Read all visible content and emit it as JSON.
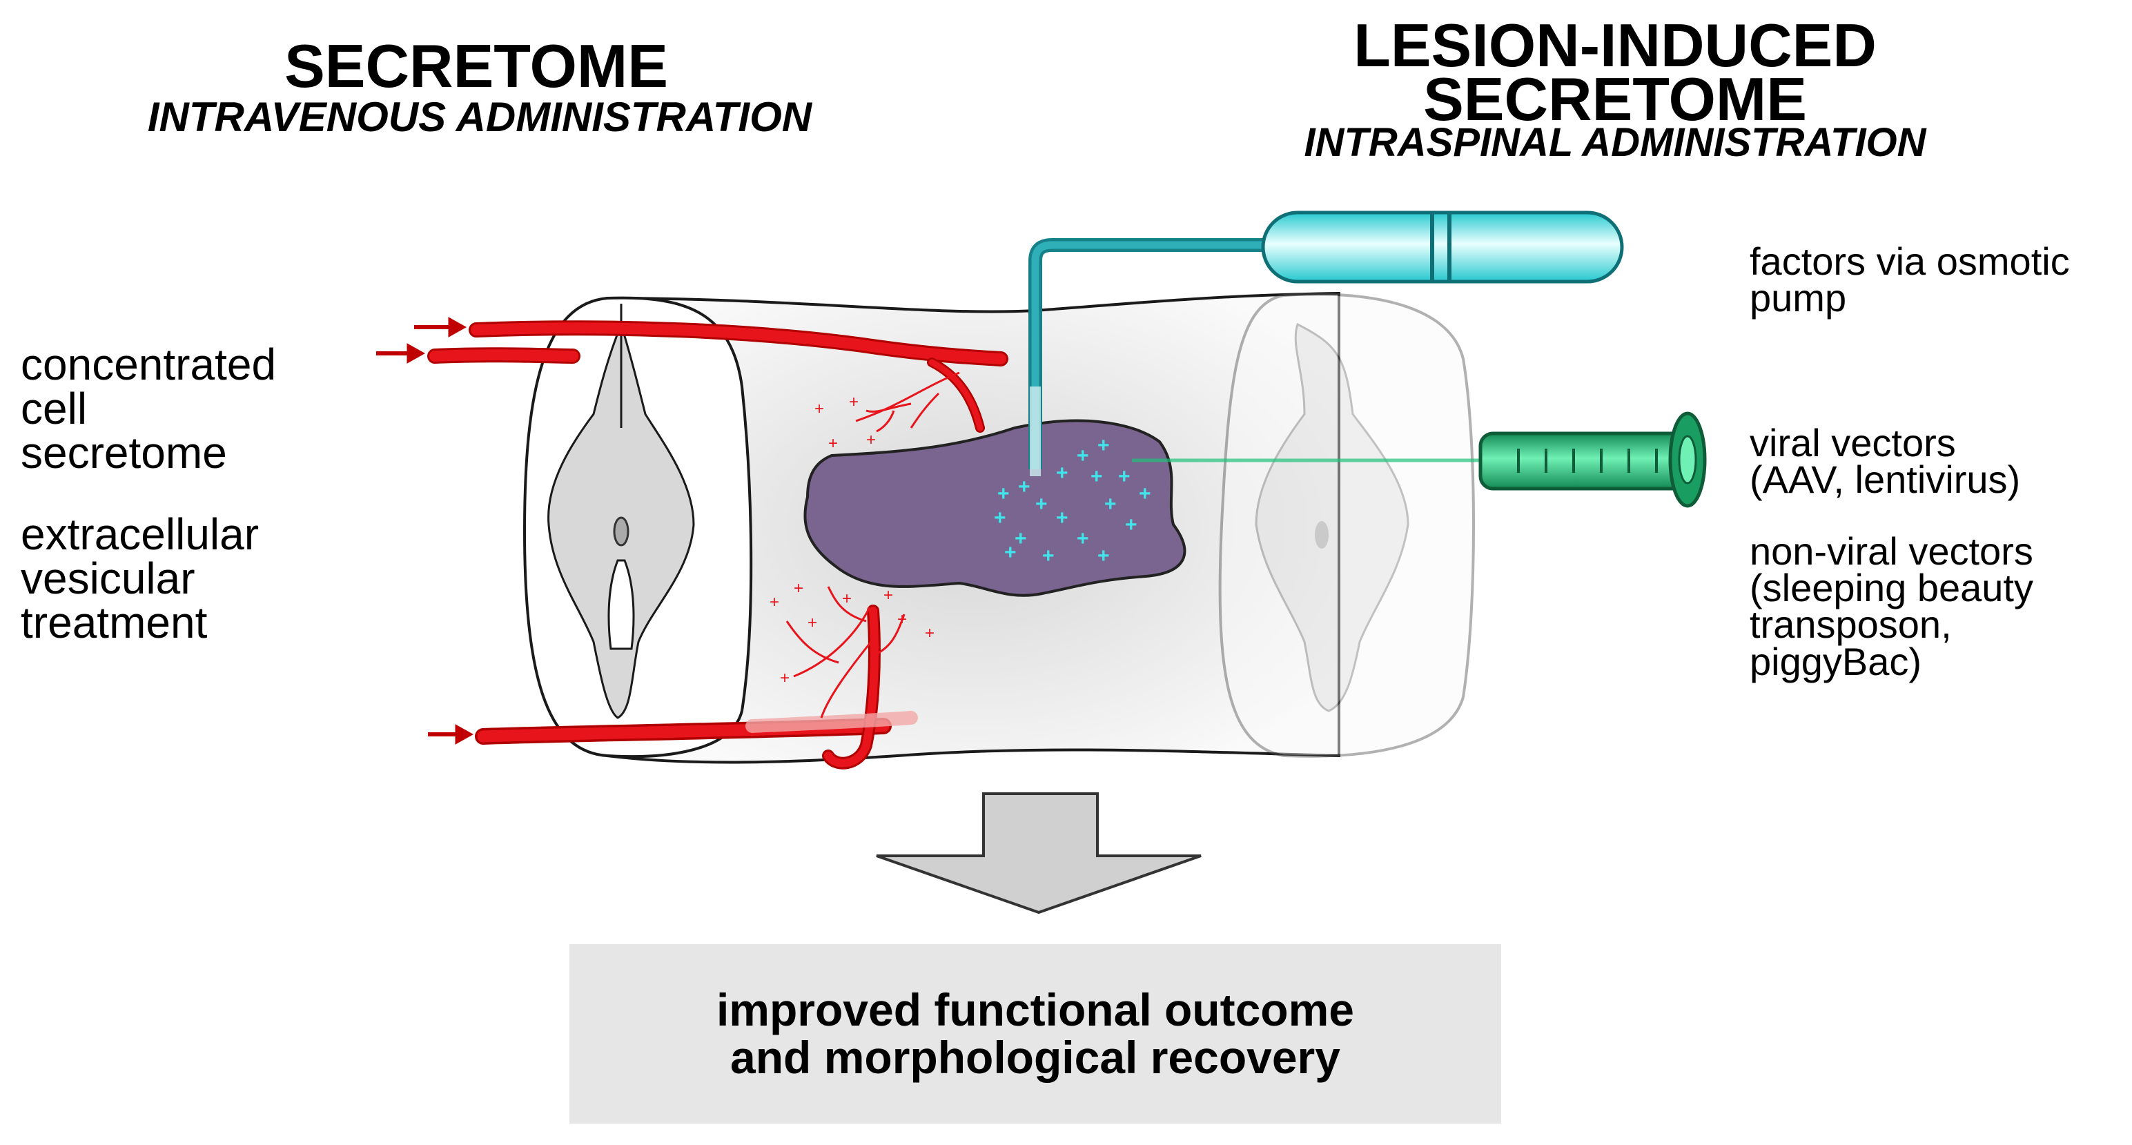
{
  "left_header": {
    "title": "SECRETOME",
    "subtitle": "INTRAVENOUS ADMINISTRATION"
  },
  "right_header": {
    "title_line1": "LESION-INDUCED",
    "title_line2": "SECRETOME",
    "subtitle": "INTRASPINAL ADMINISTRATION"
  },
  "left_labels": {
    "group1": [
      "concentrated",
      "cell",
      "secretome"
    ],
    "group2": [
      "extracellular",
      "vesicular",
      "treatment"
    ]
  },
  "right_labels": {
    "pump": [
      "factors via osmotic",
      "pump"
    ],
    "viral": [
      "viral vectors",
      "(AAV, lentivirus)"
    ],
    "nonviral": [
      "non-viral vectors",
      "(sleeping beauty",
      "transposon,",
      "piggyBac)"
    ]
  },
  "outcome": {
    "line1": "improved functional outcome",
    "line2": "and morphological recovery"
  },
  "colors": {
    "vessel": "#e8141b",
    "arrow": "#c00000",
    "lesion": "#7a6590",
    "pump": "#3ee6ec",
    "syringe": "#1fc27a",
    "cord_fill": "#f2f2f2",
    "grey_matter": "#d6d6d6",
    "outcome_box": "#e6e6e6",
    "big_arrow": "#d0d0d0"
  }
}
